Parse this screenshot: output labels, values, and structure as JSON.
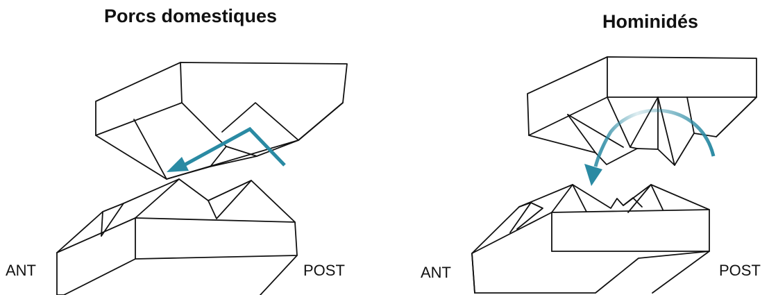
{
  "panels": [
    {
      "title": "Porcs domestiques",
      "left_label": "ANT",
      "right_label": "POST",
      "arrow_color": "#2a8aa3",
      "arrow_icon": "straight-bent-arrow-icon"
    },
    {
      "title": "Hominidés",
      "left_label": "ANT",
      "right_label": "POST",
      "arrow_color": "#2a8aa3",
      "arrow_icon": "curved-arrow-icon"
    }
  ]
}
